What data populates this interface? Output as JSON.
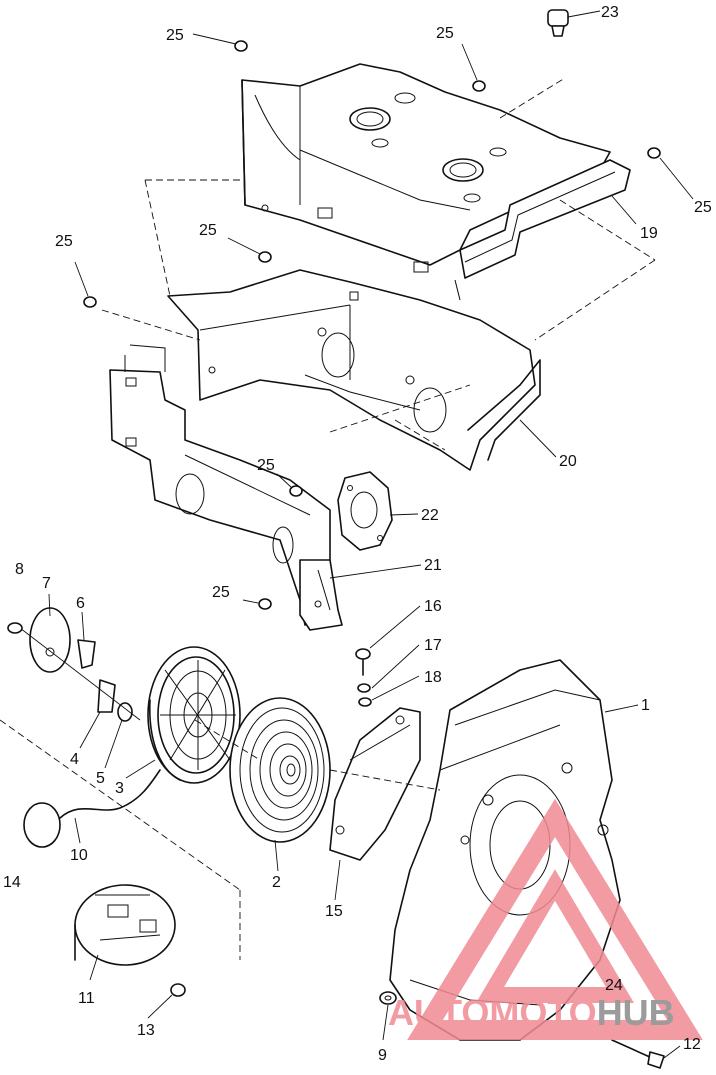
{
  "callouts": {
    "c1": "1",
    "c2": "2",
    "c3": "3",
    "c4": "4",
    "c5": "5",
    "c6": "6",
    "c7": "7",
    "c8": "8",
    "c9": "9",
    "c10": "10",
    "c11": "11",
    "c12": "12",
    "c13": "13",
    "c14": "14",
    "c15": "15",
    "c16": "16",
    "c17": "17",
    "c18": "18",
    "c19": "19",
    "c20": "20",
    "c21": "21",
    "c22": "22",
    "c23": "23",
    "c24": "24",
    "c25a": "25",
    "c25b": "25",
    "c25c": "25",
    "c25d": "25",
    "c25e": "25",
    "c25f": "25",
    "c25g": "25"
  },
  "watermark": {
    "brand_prefix": "AUTO",
    "brand_middle": "MOTO",
    "brand_suffix": "HUB",
    "color_accent": "#f08a93",
    "color_dark": "#8a8a8a"
  }
}
